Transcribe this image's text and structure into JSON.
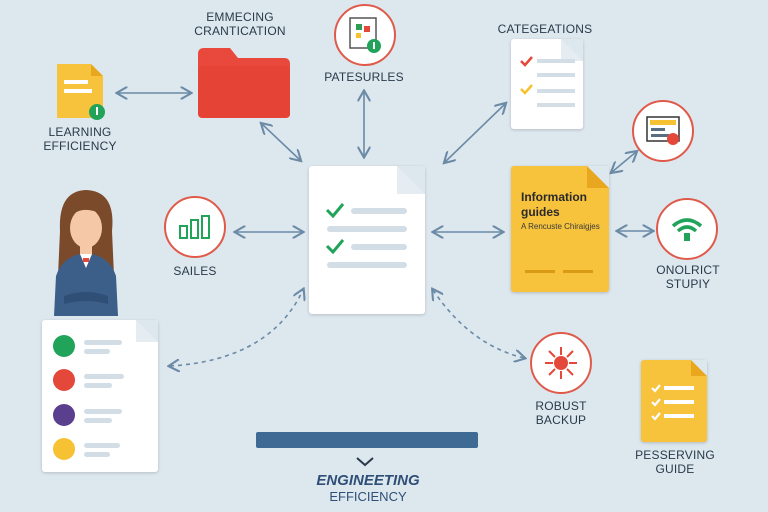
{
  "labels": {
    "top_center_line1": "EMMECING",
    "top_center_line2": "CRANTICATION",
    "patesurles": "PATESURLES",
    "categeations": "CATEGEATIONS",
    "learning_line1": "LEARNING",
    "learning_line2": "EFFICIENCY",
    "sales": "SAILES",
    "onolrict_line1": "ONOLRICT",
    "onolrict_line2": "STUPIY",
    "robust_line1": "ROBUST",
    "robust_line2": "BACKUP",
    "pesserving_line1": "PESSERVING",
    "pesserving_line2": "GUIDE",
    "footer_line1": "ENGINEETING",
    "footer_line2": "EFFICIENCY"
  },
  "info_guide": {
    "title_line1": "Information",
    "title_line2": "guides",
    "subtitle": "A Rencuste Chiraigjes"
  },
  "colors": {
    "accent_red": "#e05a4a",
    "folder_red": "#e9493c",
    "guide_yellow": "#f7c23c",
    "check_green": "#22a55a",
    "navy_bar": "#3f6a94",
    "dot_green": "#21a35a",
    "dot_red": "#e3483a",
    "dot_purple": "#5b3f8f",
    "dot_yellow": "#f6c133"
  },
  "icons": [
    "document-check-icon",
    "folder-icon",
    "puzzle-icon",
    "checklist-icon",
    "bar-chart-icon",
    "wifi-icon",
    "monitor-icon",
    "virus-icon",
    "person-avatar",
    "chevron-down-icon"
  ]
}
